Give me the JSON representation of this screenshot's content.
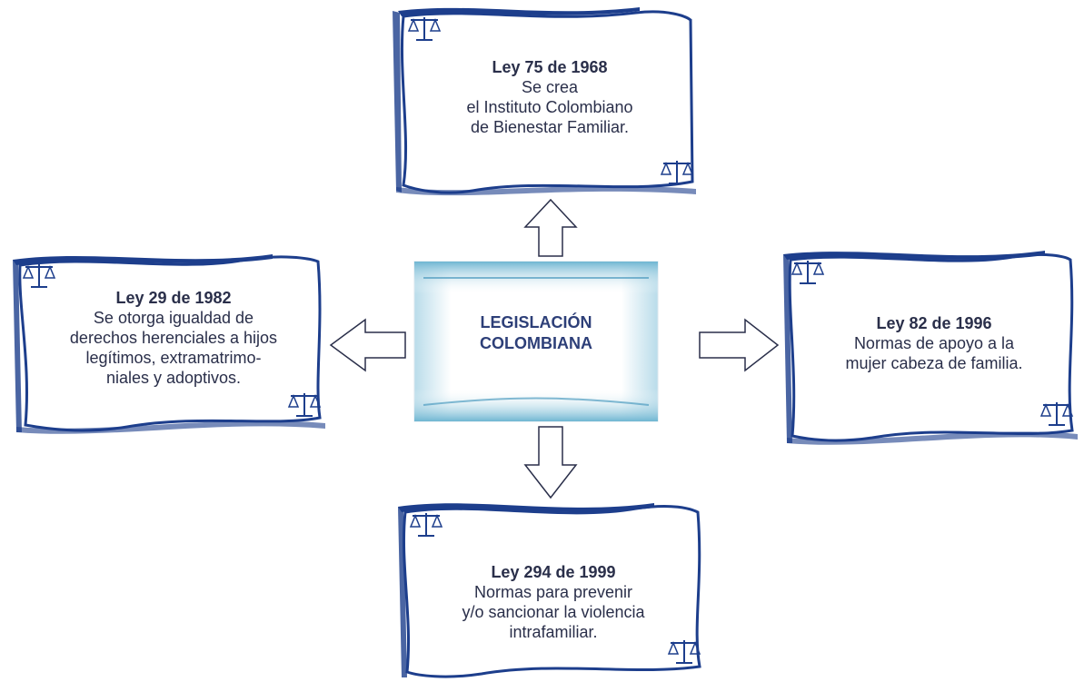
{
  "center": {
    "lines": [
      "LEGISLACIÓN",
      "COLOMBIANA"
    ]
  },
  "boxes": {
    "top": {
      "title": "Ley 75 de 1968",
      "lines": [
        "Se crea",
        "el Instituto Colombiano",
        "de Bienestar Familiar."
      ]
    },
    "left": {
      "title": "Ley 29 de 1982",
      "lines": [
        "Se otorga igualdad de",
        "derechos herenciales a hijos",
        "legítimos, extramatrimo-",
        "niales y adoptivos."
      ]
    },
    "right": {
      "title": "Ley 82 de 1996",
      "lines": [
        "Normas de  apoyo a la",
        "mujer cabeza de familia."
      ]
    },
    "bottom": {
      "title": "Ley 294 de 1999",
      "lines": [
        "Normas para prevenir",
        "y/o sancionar la violencia",
        "intrafamiliar."
      ]
    }
  },
  "icons": [
    "scales-of-justice-icon"
  ],
  "colors": {
    "frame": "#1d3e8c",
    "center_gradient": "#5fa9c8",
    "text": "#2a2f4a"
  }
}
